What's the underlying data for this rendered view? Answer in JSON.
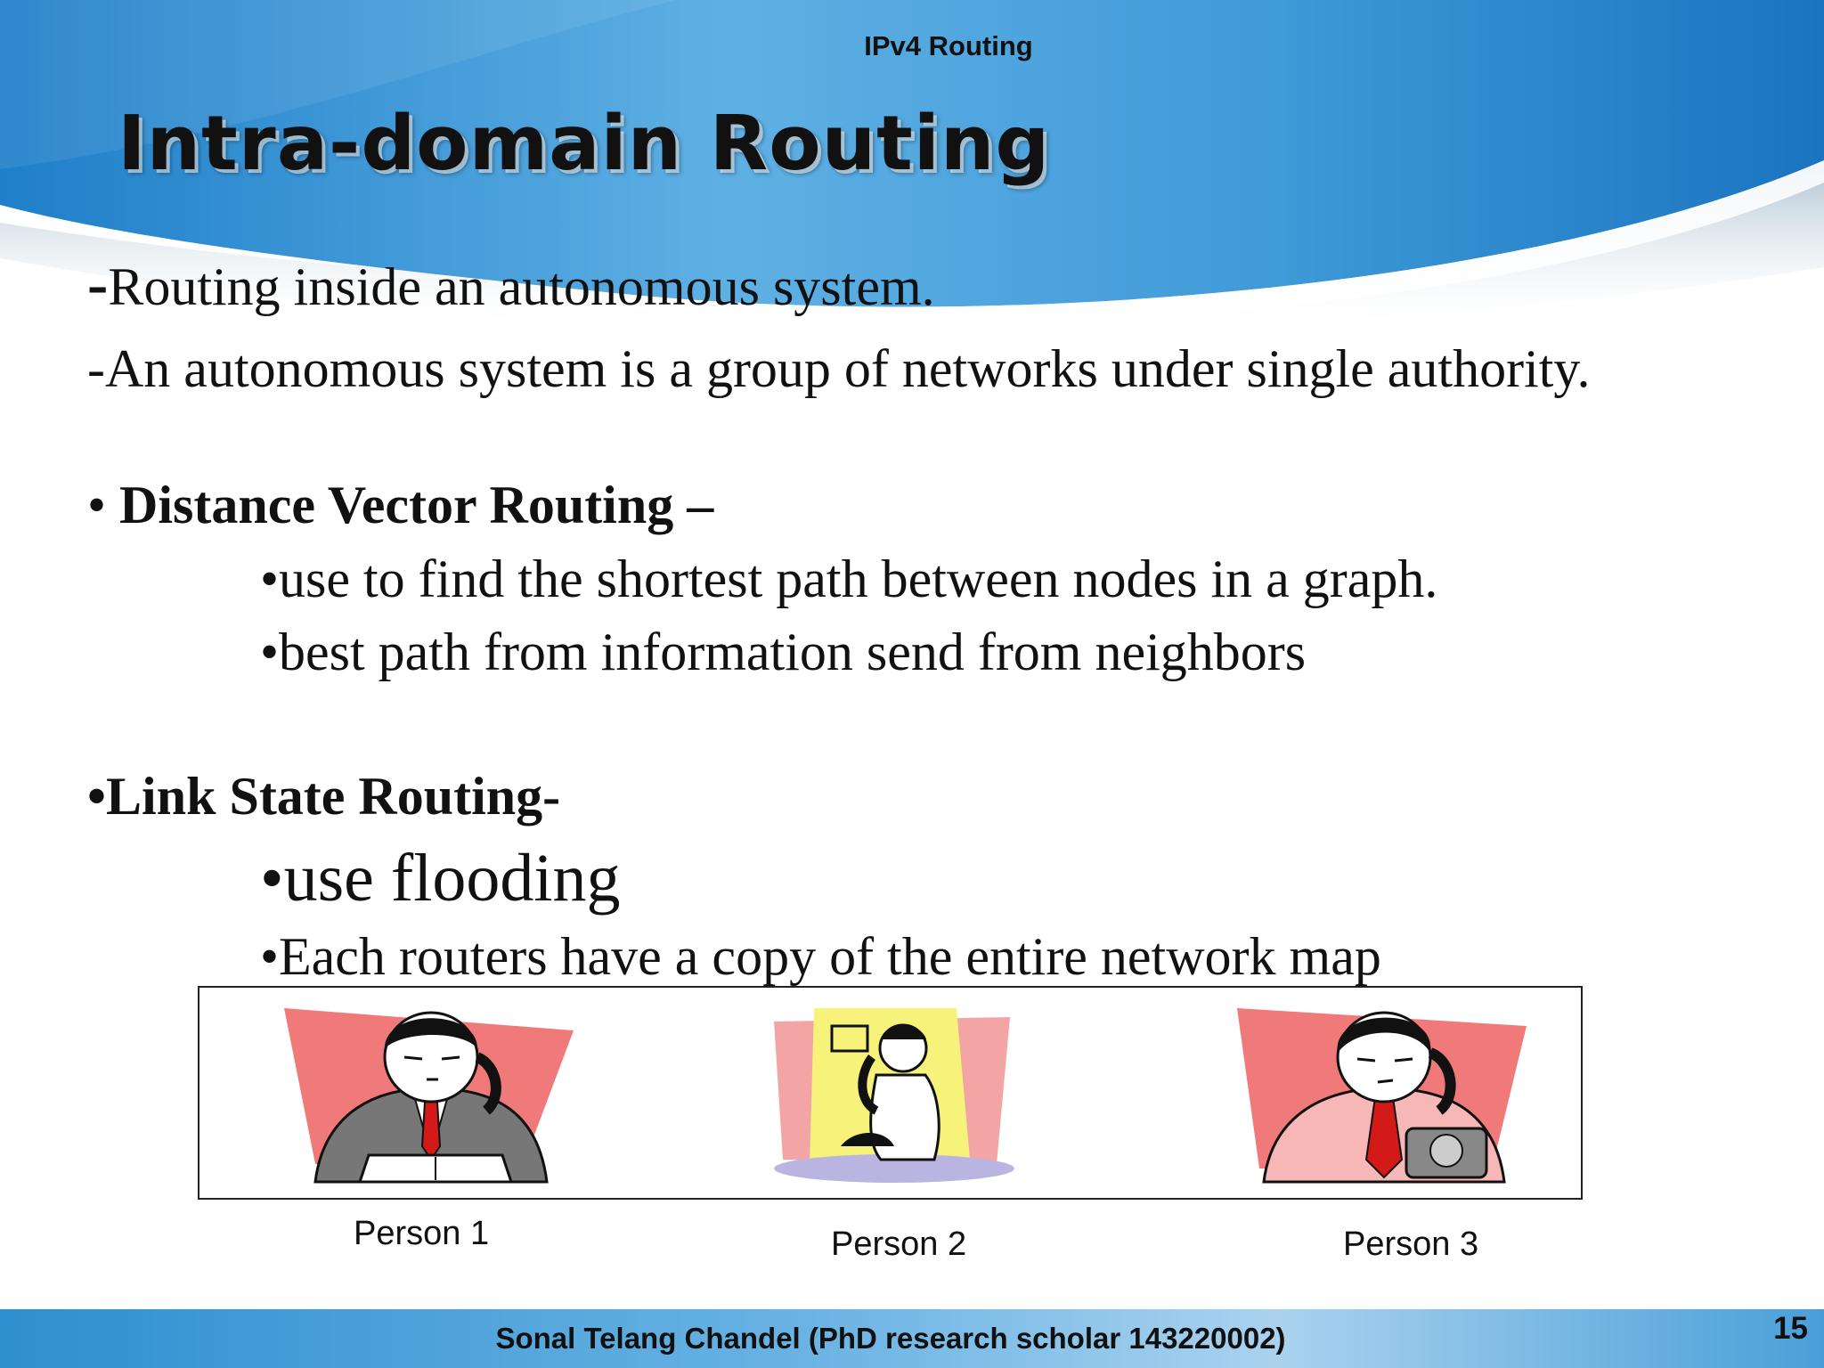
{
  "header": {
    "label": "IPv4 Routing",
    "title": "Intra-domain Routing"
  },
  "body": {
    "line1_dash": "-",
    "line1_text": "Routing inside an autonomous system.",
    "line2": "-An autonomous system is a group of networks under single authority.",
    "dv_bullet": "• ",
    "dv_heading": "Distance Vector Routing –",
    "dv_items": [
      "use to find the shortest path between nodes in a graph.",
      "best path from information send from neighbors"
    ],
    "ls_bullet": "•",
    "ls_heading": "Link State Routing-",
    "ls_items": [
      "use flooding",
      "Each routers have a copy of the entire network map"
    ],
    "sub_bullet": "•"
  },
  "figure": {
    "captions": [
      "Person 1",
      "Person 2",
      "Person 3"
    ]
  },
  "footer": {
    "author": "Sonal Telang Chandel (PhD research scholar 143220002)",
    "slide_number": "15"
  }
}
